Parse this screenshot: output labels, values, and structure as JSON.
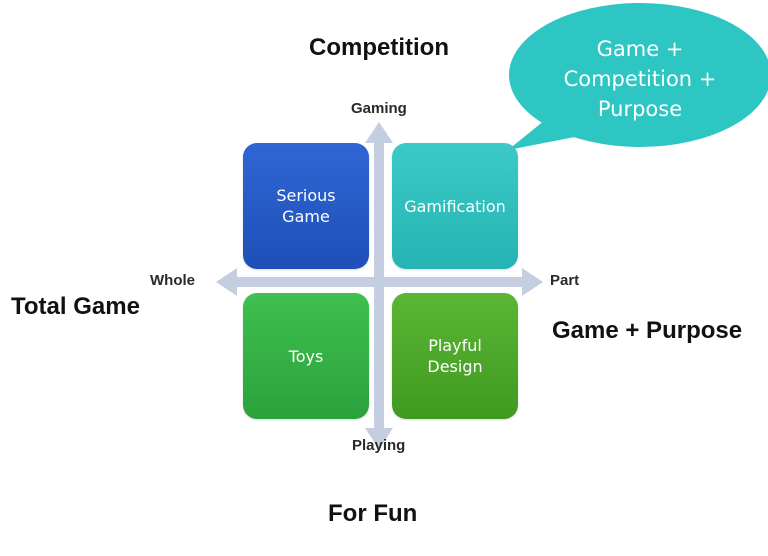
{
  "diagram": {
    "top_label": "Competition",
    "bottom_label": "For Fun",
    "left_label": "Total Game",
    "right_label": "Game + Purpose",
    "axes": {
      "top": "Gaming",
      "bottom": "Playing",
      "left": "Whole",
      "right": "Part"
    },
    "quadrants": {
      "top_left": [
        "Serious",
        "Game"
      ],
      "top_right": [
        "Gamification"
      ],
      "bottom_left": [
        "Toys"
      ],
      "bottom_right": [
        "Playful",
        "Design"
      ]
    },
    "callout": [
      "Game +",
      "Competition +",
      "Purpose"
    ]
  },
  "colors": {
    "serious_game": "#2558c8",
    "gamification": "#2fbdbd",
    "toys": "#34b044",
    "playful_design": "#4ea82b",
    "callout": "#2ec6c3",
    "axis": "#c5cde0"
  }
}
